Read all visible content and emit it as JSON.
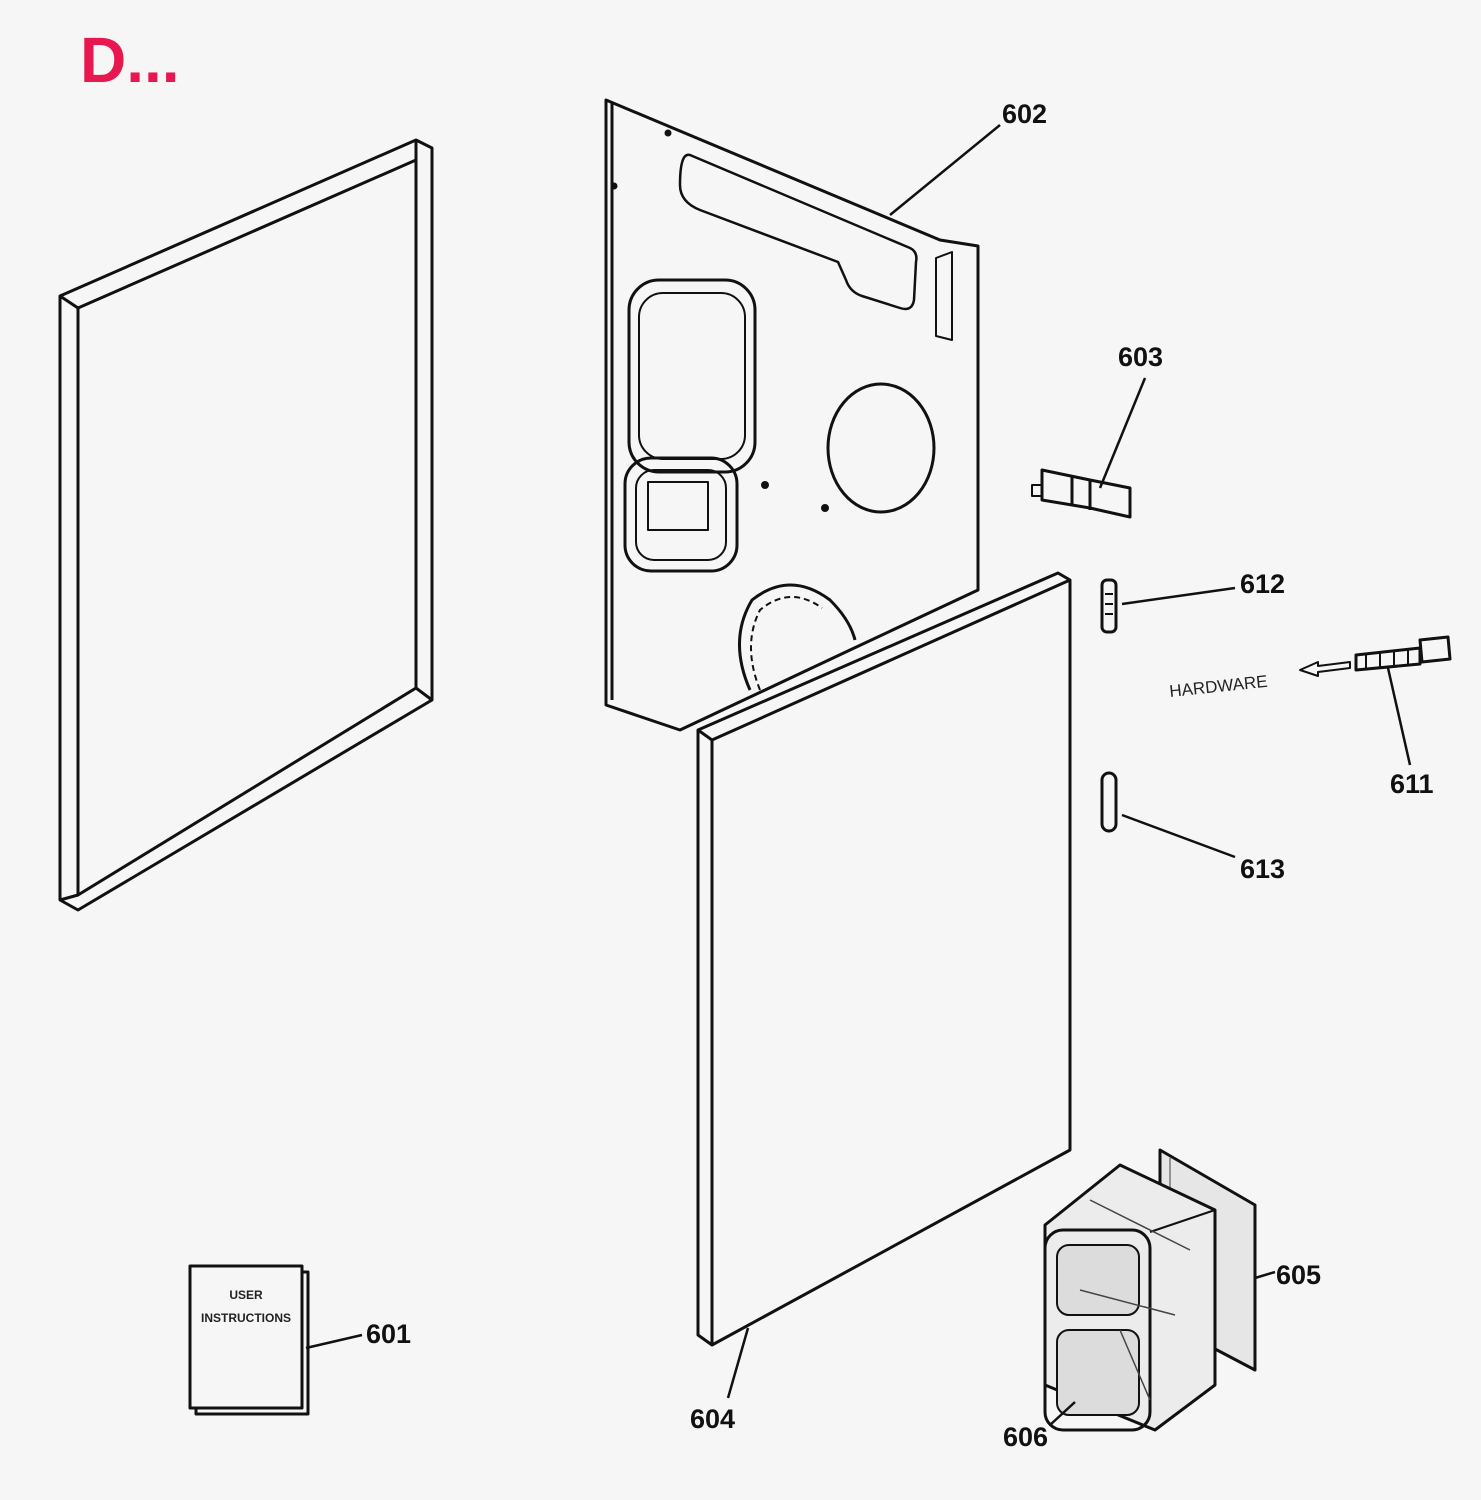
{
  "page": {
    "title": "D..."
  },
  "diagram": {
    "callouts": {
      "c601": "601",
      "c602": "602",
      "c603": "603",
      "c604": "604",
      "c605": "605",
      "c606": "606",
      "c611": "611",
      "c612": "612",
      "c613": "613"
    },
    "hardware_label": "HARDWARE",
    "manual_text": {
      "line1": "USER",
      "line2": "INSTRUCTIONS"
    }
  },
  "colors": {
    "title": "#e8174f",
    "line": "#111111",
    "background": "#f6f6f6"
  }
}
